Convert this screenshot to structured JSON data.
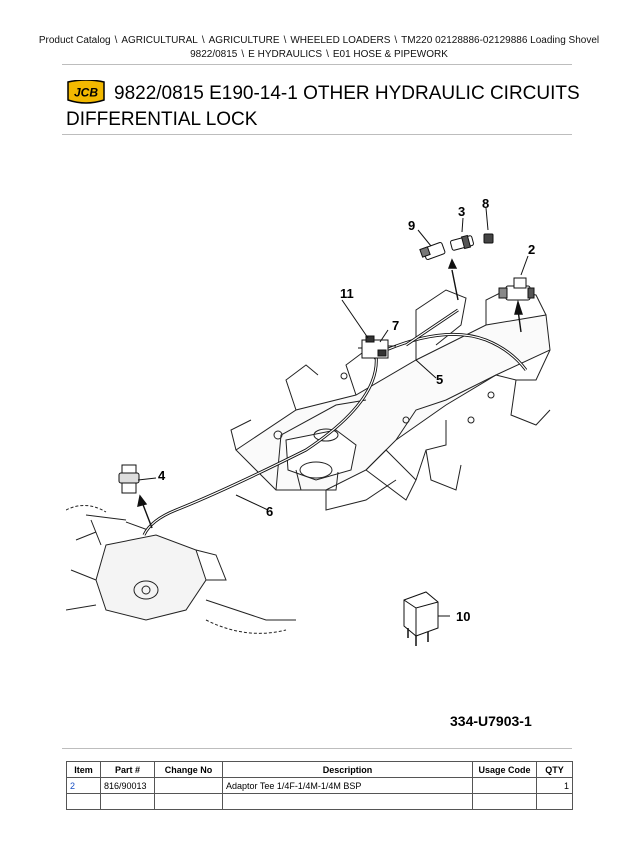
{
  "breadcrumb": {
    "items": [
      "Product Catalog",
      "AGRICULTURAL",
      "AGRICULTURE",
      "WHEELED LOADERS",
      "TM220 02128886-02129886 Loading Shovel",
      "9822/0815",
      "E HYDRAULICS",
      "E01 HOSE & PIPEWORK"
    ],
    "separator": "\\"
  },
  "logo_text": "JCB",
  "title": {
    "line1": "9822/0815 E190-14-1 OTHER HYDRAULIC CIRCUITS",
    "line2": "DIFFERENTIAL LOCK"
  },
  "diagram": {
    "figure_code": "334-U7903-1",
    "callouts": [
      "2",
      "3",
      "4",
      "5",
      "6",
      "7",
      "8",
      "9",
      "10",
      "11"
    ]
  },
  "parts_table": {
    "headers": [
      "Item",
      "Part #",
      "Change No",
      "Description",
      "Usage Code",
      "QTY"
    ],
    "rows": [
      {
        "item": "2",
        "part": "816/90013",
        "change": "",
        "description": "Adaptor Tee 1/4F-1/4M-1/4M BSP",
        "usage": "",
        "qty": "1"
      }
    ]
  }
}
